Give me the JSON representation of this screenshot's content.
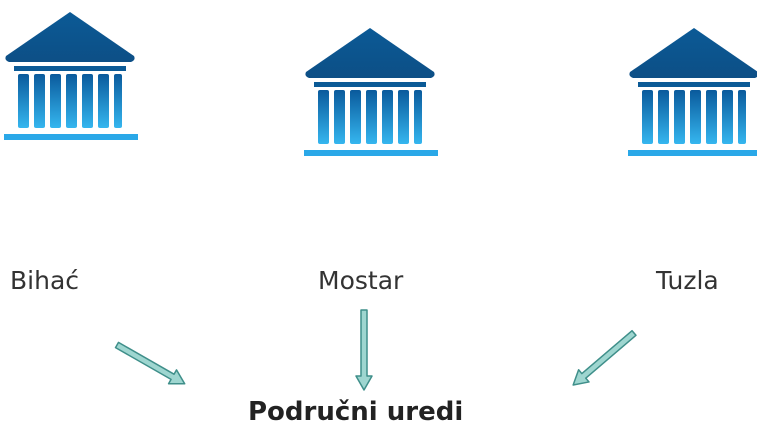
{
  "cities": [
    {
      "name": "Bihać",
      "icon": "institution-building-icon"
    },
    {
      "name": "Mostar",
      "icon": "institution-building-icon"
    },
    {
      "name": "Tuzla",
      "icon": "institution-building-icon"
    }
  ],
  "target": {
    "label": "Područni uredi"
  },
  "colors": {
    "roof": "#0b5a96",
    "column_top": "#0a5a9c",
    "column_bottom": "#35b6ef",
    "base": "#2aa8e8",
    "arrow_fill": "#9ed6d0",
    "arrow_stroke": "#3f8f8a",
    "text": "#333333"
  }
}
